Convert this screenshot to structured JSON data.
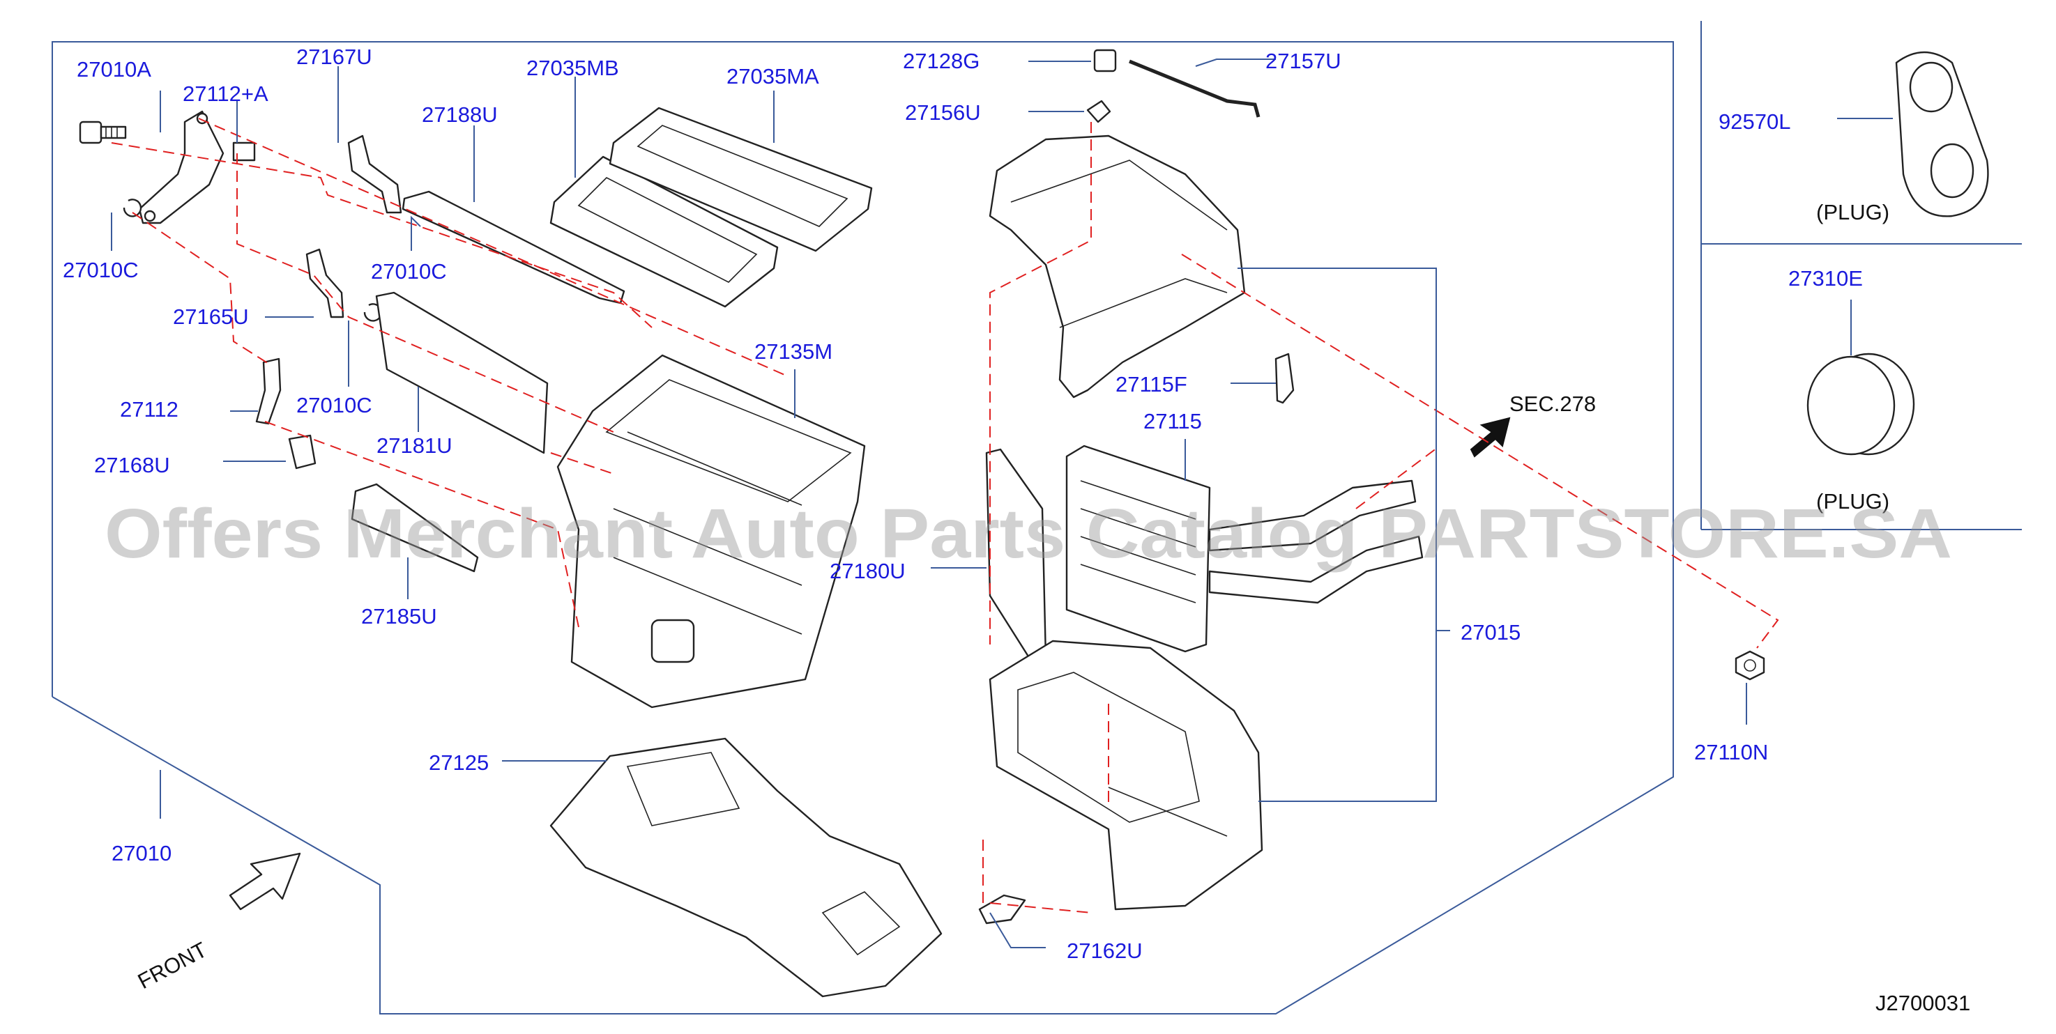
{
  "watermark": "Offers Merchant Auto Parts Catalog PARTSTORE.SA",
  "diagram_code": "J2700031",
  "front_label": "FRONT",
  "section_ref": "SEC.278",
  "plug_caption_1": "(PLUG)",
  "plug_caption_2": "(PLUG)",
  "parts": {
    "p27010A": "27010A",
    "p27112A": "27112+A",
    "p27167U": "27167U",
    "p27188U": "27188U",
    "p27035MB": "27035MB",
    "p27035MA": "27035MA",
    "p27128G": "27128G",
    "p27157U": "27157U",
    "p27156U": "27156U",
    "p92570L": "92570L",
    "p27010C_a": "27010C",
    "p27010C_b": "27010C",
    "p27010C_c": "27010C",
    "p27165U": "27165U",
    "p27135M": "27135M",
    "p27310E": "27310E",
    "p27112": "27112",
    "p27181U": "27181U",
    "p27115F": "27115F",
    "p27168U": "27168U",
    "p27115": "27115",
    "p27180U": "27180U",
    "p27185U": "27185U",
    "p27015": "27015",
    "p27125": "27125",
    "p27110N": "27110N",
    "p27010": "27010",
    "p27162U": "27162U"
  },
  "colors": {
    "label": "#1a1adc",
    "leader": "#3a5a9a",
    "dashed_guide": "#e02020",
    "outline": "#222222"
  }
}
